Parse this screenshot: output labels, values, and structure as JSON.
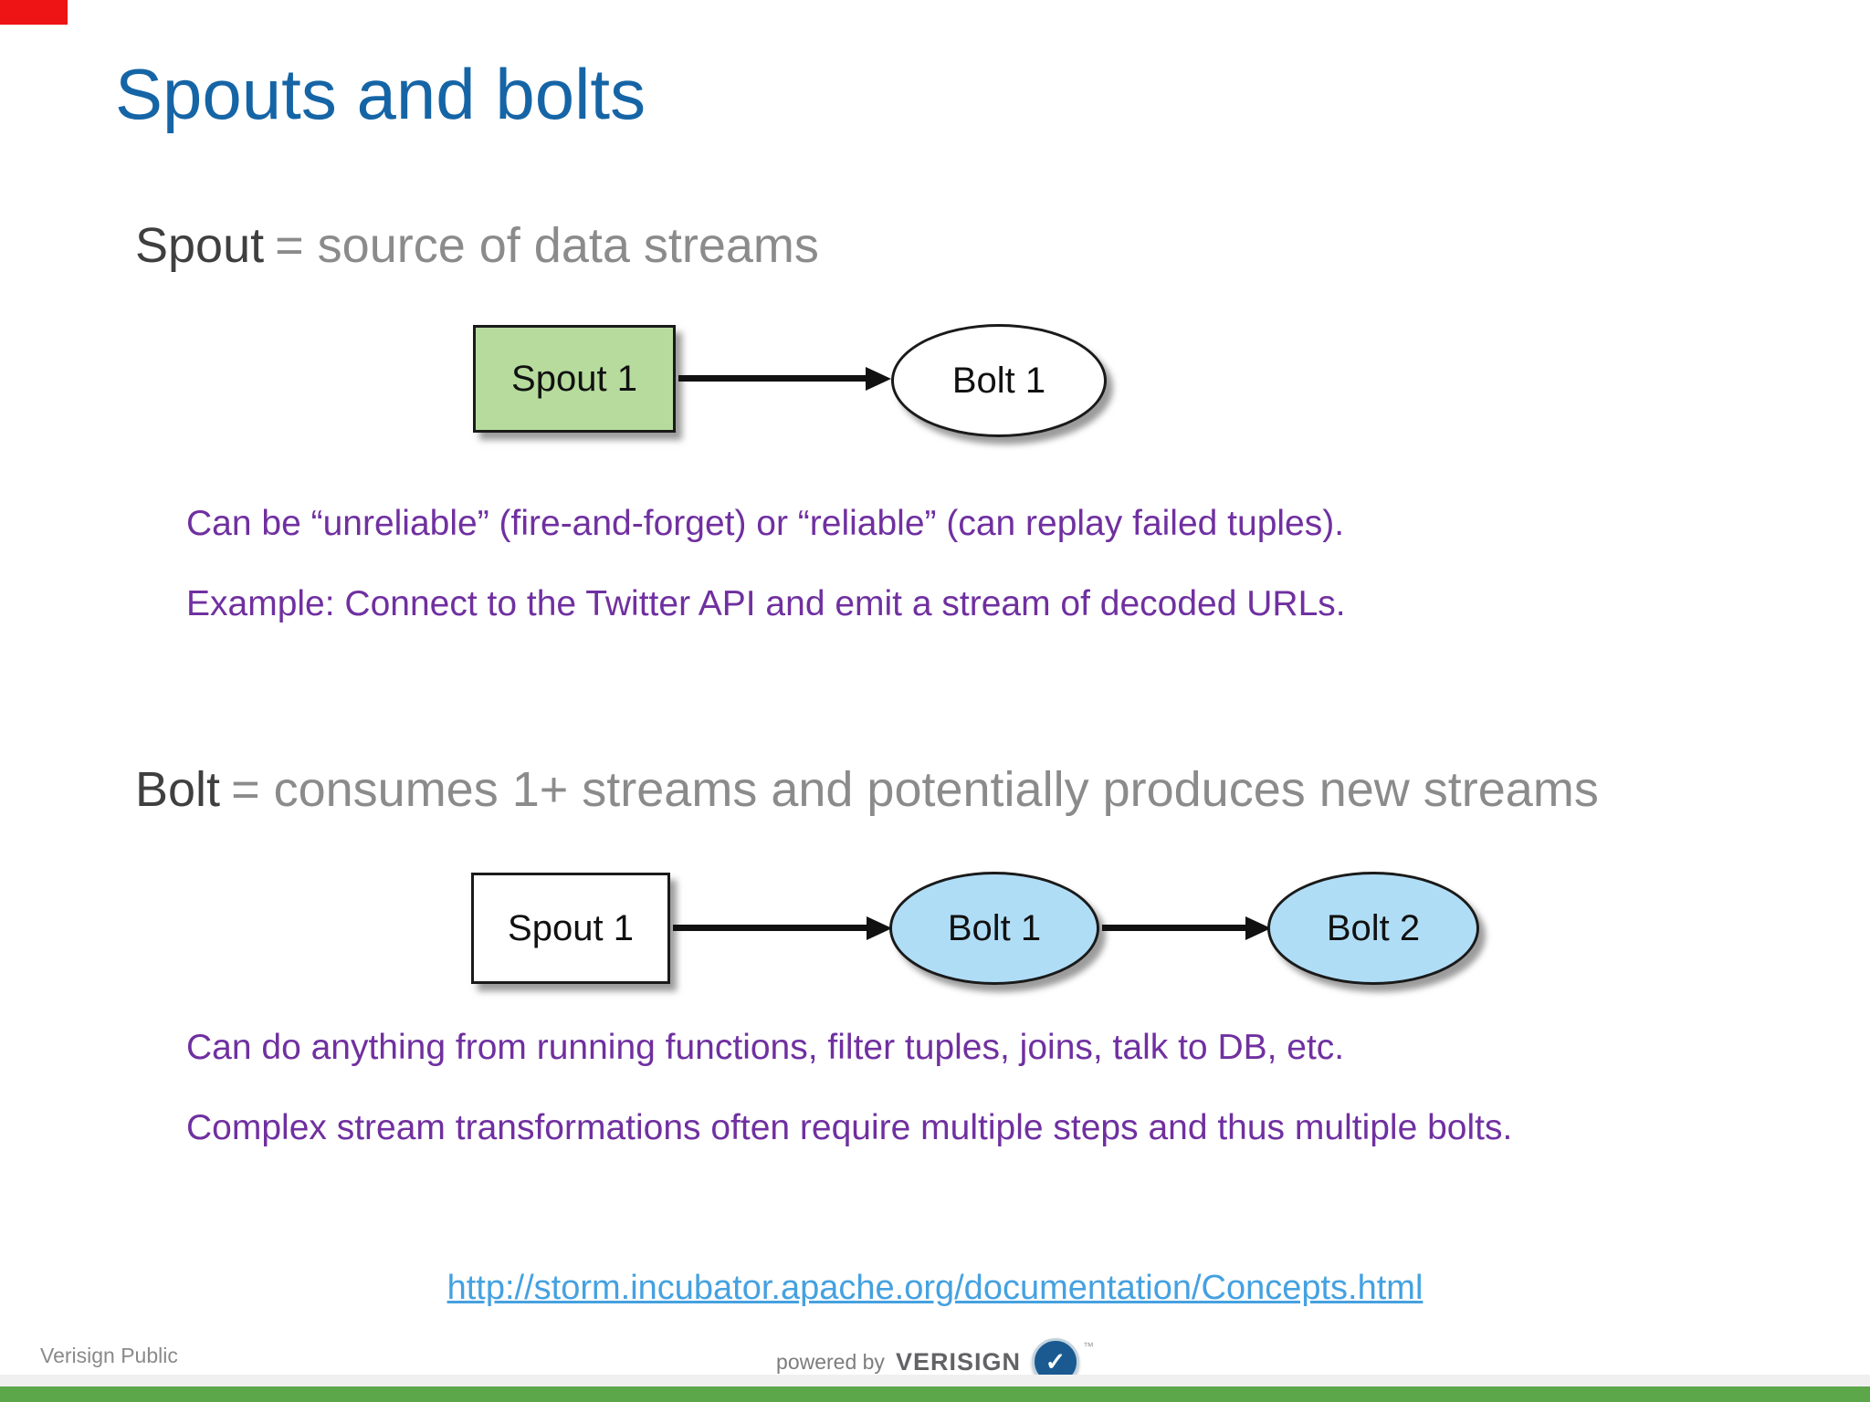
{
  "slide": {
    "title": "Spouts and bolts",
    "spout": {
      "term": "Spout",
      "definition": "= source of data streams",
      "diagram": {
        "source": "Spout 1",
        "target": "Bolt 1"
      },
      "notes": [
        "Can be “unreliable” (fire-and-forget) or “reliable” (can replay failed tuples).",
        "Example: Connect to the Twitter API and emit a stream of decoded URLs."
      ]
    },
    "bolt": {
      "term": "Bolt",
      "definition": "= consumes 1+ streams and potentially produces new streams",
      "diagram": {
        "source": "Spout 1",
        "middle": "Bolt 1",
        "target": "Bolt 2"
      },
      "notes": [
        "Can do anything from running functions, filter tuples, joins, talk to DB, etc.",
        "Complex stream transformations often require multiple steps and thus multiple bolts."
      ]
    },
    "link_url": "http://storm.incubator.apache.org/documentation/Concepts.html",
    "footer": {
      "classification": "Verisign Public",
      "powered_by": "powered by",
      "brand": "VERISIGN",
      "trademark": "™",
      "logo_glyph": "✓"
    },
    "colors": {
      "title_blue": "#1565a6",
      "body_purple": "#7030a0",
      "heading_gray": "#8b8b8b",
      "term_dark": "#3f3f3f",
      "link_blue": "#45a1e0",
      "spout_node_green": "#b6db9d",
      "bolt_node_blue": "#b0ddf6",
      "footer_bar_green": "#5ba74a",
      "corner_artifact_red": "#ee1416"
    }
  }
}
